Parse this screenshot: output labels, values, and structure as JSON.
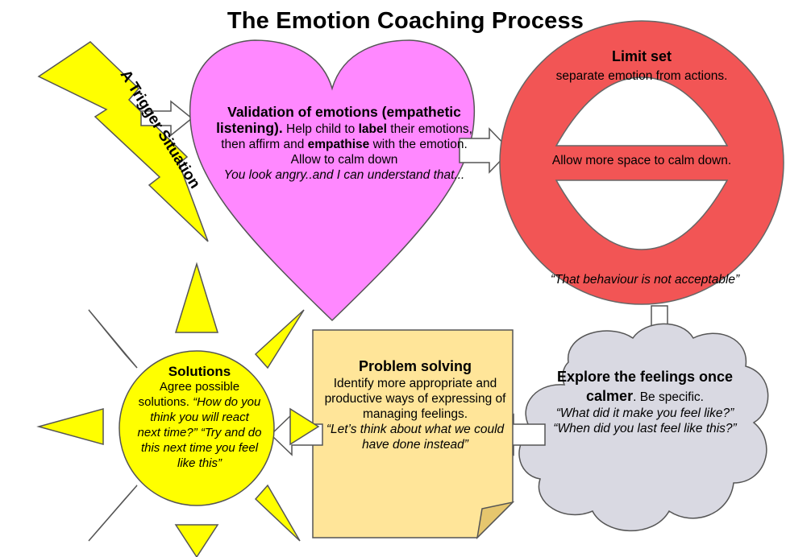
{
  "title": "The Emotion Coaching Process",
  "trigger": {
    "label": "A Trigger Situation"
  },
  "validation": {
    "heading": "Validation of emotions (empathetic listening).",
    "help": " Help child to ",
    "label_word": "label",
    "after_label": " their emotions, then affirm and ",
    "empathise_word": "empathise",
    "after_empathise": " with the emotion. Allow to calm down",
    "quote": "You look angry..and I can understand that..."
  },
  "limit": {
    "title": "Limit set",
    "subtitle": "separate emotion from actions.",
    "middle": "Allow more space to calm down.",
    "quote": "“That behaviour is not acceptable”"
  },
  "explore": {
    "title": "Explore the feelings once calmer",
    "tail": ". Be specific.",
    "quote1": "“What did it make you feel like?”",
    "quote2": "“When did you last feel like this?”"
  },
  "problem": {
    "title": "Problem solving",
    "body": "Identify more appropriate and productive ways of expressing of managing feelings.",
    "quote": "“Let’s think about what we could have done instead”"
  },
  "solutions": {
    "title": "Solutions",
    "body": "Agree possible solutions. ",
    "quote": "“How do you think you will react next time?” “Try and do this next time you feel like this”"
  },
  "colors": {
    "heart": "#ff88ff",
    "limit": "#f25555",
    "cloud": "#d9d9e2",
    "note": "#ffe599",
    "sun": "#ffff00",
    "outline": "#555555"
  }
}
